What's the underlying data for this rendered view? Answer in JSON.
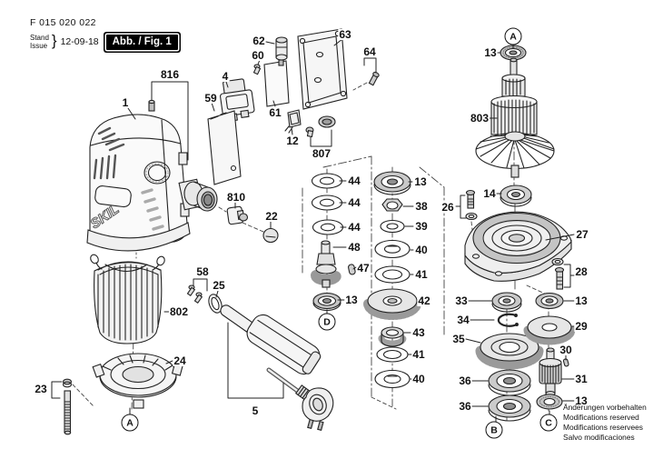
{
  "header": {
    "document_number": "F 015 020 022",
    "stand_label": "Stand",
    "issue_label": "Issue",
    "brace": "}",
    "date": "12-09-18",
    "figure_label": "Abb. / Fig. 1"
  },
  "brand_logo": "SKIL",
  "notice": {
    "lines": [
      "Änderungen vorbehalten",
      "Modifications reserved",
      "Modifications reservees",
      "Salvo modificaciones"
    ]
  },
  "markers": [
    {
      "label": "A"
    },
    {
      "label": "D"
    },
    {
      "label": "A"
    },
    {
      "label": "B"
    },
    {
      "label": "C"
    }
  ],
  "parts": [
    {
      "ref": "816"
    },
    {
      "ref": "1"
    },
    {
      "ref": "4"
    },
    {
      "ref": "59"
    },
    {
      "ref": "62"
    },
    {
      "ref": "60"
    },
    {
      "ref": "63"
    },
    {
      "ref": "64"
    },
    {
      "ref": "61"
    },
    {
      "ref": "12"
    },
    {
      "ref": "807"
    },
    {
      "ref": "810"
    },
    {
      "ref": "22"
    },
    {
      "ref": "44"
    },
    {
      "ref": "44"
    },
    {
      "ref": "44"
    },
    {
      "ref": "48"
    },
    {
      "ref": "47"
    },
    {
      "ref": "13"
    },
    {
      "ref": "13"
    },
    {
      "ref": "38"
    },
    {
      "ref": "39"
    },
    {
      "ref": "40"
    },
    {
      "ref": "41"
    },
    {
      "ref": "42"
    },
    {
      "ref": "43"
    },
    {
      "ref": "41"
    },
    {
      "ref": "40"
    },
    {
      "ref": "13"
    },
    {
      "ref": "803"
    },
    {
      "ref": "14"
    },
    {
      "ref": "26"
    },
    {
      "ref": "27"
    },
    {
      "ref": "28"
    },
    {
      "ref": "33"
    },
    {
      "ref": "34"
    },
    {
      "ref": "35"
    },
    {
      "ref": "36"
    },
    {
      "ref": "36"
    },
    {
      "ref": "13"
    },
    {
      "ref": "29"
    },
    {
      "ref": "30"
    },
    {
      "ref": "31"
    },
    {
      "ref": "13"
    },
    {
      "ref": "23"
    },
    {
      "ref": "24"
    },
    {
      "ref": "802"
    },
    {
      "ref": "58"
    },
    {
      "ref": "25"
    },
    {
      "ref": "5"
    }
  ]
}
